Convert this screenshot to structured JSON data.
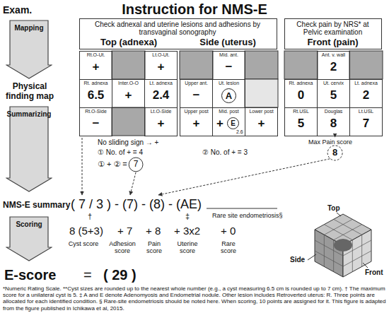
{
  "diagram": {
    "title": "Instruction for NMS-E",
    "nodes": [
      {
        "text": [
          "Mapping"
        ]
      },
      {
        "text": [
          "Check adnexal and uterine lesions and adhesions by transvaginal sonography",
          "Top (adnexa)",
          "Side (uterus)"
        ]
      },
      {
        "text": [
          "Check pain by NRS* at Pelvic examination",
          "Front (pain)"
        ]
      },
      {
        "text": [
          "Rt.O-Ut.",
          "+"
        ]
      },
      {
        "text": [
          "Lt.O-Ut.",
          "+"
        ]
      },
      {
        "text": [
          "Rt. adnexa",
          "6.5"
        ]
      },
      {
        "text": [
          "Inter.O-O",
          "+"
        ]
      },
      {
        "text": [
          "Lt. adnexa",
          "2.4"
        ]
      },
      {
        "text": [
          "Rt.O-Side",
          "−"
        ]
      },
      {
        "text": [
          "Lt.O-Side",
          "+"
        ]
      },
      {
        "text": [
          "Mid. ant.",
          "−"
        ]
      },
      {
        "text": [
          "Upper ant.",
          "−"
        ]
      },
      {
        "text": [
          "Ut. lesion",
          "A"
        ]
      },
      {
        "text": [
          "Upper post",
          "+"
        ]
      },
      {
        "text": [
          "Mid. post",
          "+",
          "E",
          "2.6"
        ]
      },
      {
        "text": [
          "Lower post",
          "+"
        ]
      },
      {
        "text": [
          "Ant. v. wall",
          "2"
        ]
      },
      {
        "text": [
          "Rt. adnexa",
          "0"
        ]
      },
      {
        "text": [
          "Ut. cervix",
          "5"
        ]
      },
      {
        "text": [
          "Lt. adnexa",
          "2"
        ]
      },
      {
        "text": [
          "Rt.USL",
          "5"
        ]
      },
      {
        "text": [
          "Douglas",
          "8"
        ]
      },
      {
        "text": [
          "Lt.USL",
          "7"
        ]
      },
      {
        "text": [
          "Summarizing"
        ]
      },
      {
        "text": [
          "Scoring"
        ]
      }
    ],
    "labels": [
      "Exam.",
      "Physical finding map",
      "No sliding sign → +",
      "① No. of + = 4",
      "① + ② =",
      "7",
      "② No. of + = 3",
      "Max Pain score",
      "8",
      "NMS-E summary",
      "( 7 / 3 ) - (7) - (8) - (AE)",
      "†",
      "‡",
      "Rare site endometriosis§",
      "8 (5+3)",
      "+ 7",
      "+ 8",
      "+ 3x2",
      "+ 0",
      "Cyst score",
      "Adhesion score",
      "Pain score",
      "Uterine score",
      "Rare score",
      "E-score",
      "=",
      "( 29 )",
      "Top",
      "Side",
      "Front",
      "*Numeric Rating Scale. **Cyst sizes are rounded up to the nearest whole number (e.g., a cyst measuring 6.5 cm is rounded up to 7 cm). † The maximum score for a unilateral cyst is 5. ‡ A and E denote Adenomyosis and Endometrial nodule. Other lesion includes Retroverted uterus: R. Three points are allocated for each identified condition. § Rare-site endometriosis should be noted here. When scoring, 10 points are assigned for it. This figure is adapted from the figure published in Ichikawa et al, 2015."
    ]
  }
}
